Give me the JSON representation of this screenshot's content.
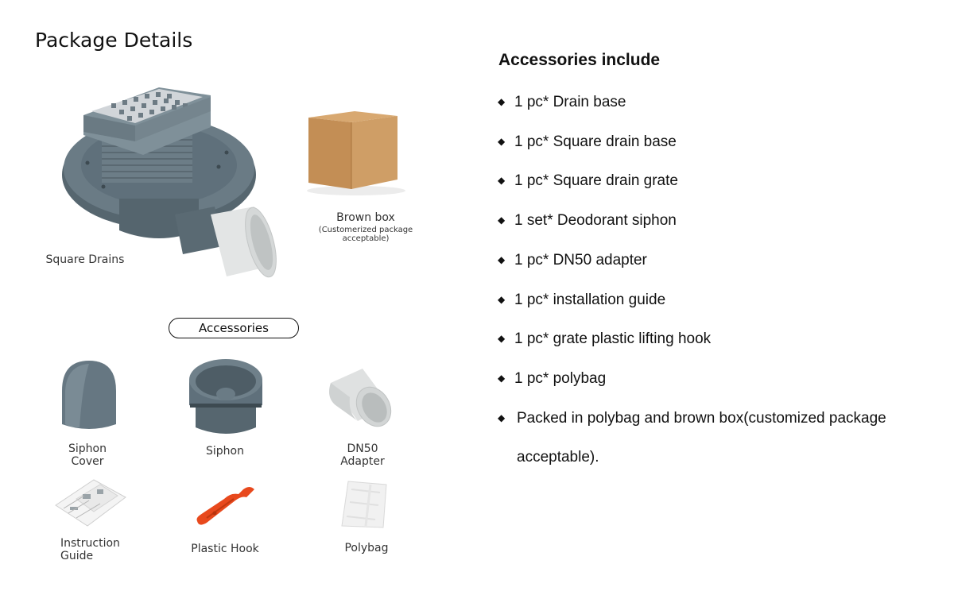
{
  "left": {
    "title": "Package Details",
    "drain_caption": "Square Drains",
    "box_caption": "Brown box",
    "box_subcaption": "(Customerized package acceptable)",
    "accessories_label": "Accessories",
    "items": [
      {
        "line1": "Siphon",
        "line2": "Cover"
      },
      {
        "line1": "Siphon",
        "line2": ""
      },
      {
        "line1": "DN50",
        "line2": "Adapter"
      },
      {
        "line1": "Instruction",
        "line2": "Guide"
      },
      {
        "line1": "Plastic Hook",
        "line2": ""
      },
      {
        "line1": "Polybag",
        "line2": ""
      }
    ]
  },
  "right": {
    "title": "Accessories include",
    "bullet": "◆",
    "list": [
      "1 pc* Drain base",
      "1 pc* Square drain base",
      "1 pc* Square drain grate",
      "1 set* Deodorant siphon",
      "1 pc* DN50 adapter",
      "1 pc* installation guide",
      "1 pc* grate plastic lifting hook",
      "1 pc* polybag",
      "Packed in polybag and brown box(customized package acceptable)."
    ]
  },
  "colors": {
    "drain_gray": "#5f707b",
    "steel": "#c9cdd1",
    "cardboard": "#c8955c",
    "adapter_white": "#e6e8e8",
    "hook_orange": "#e8491d"
  }
}
